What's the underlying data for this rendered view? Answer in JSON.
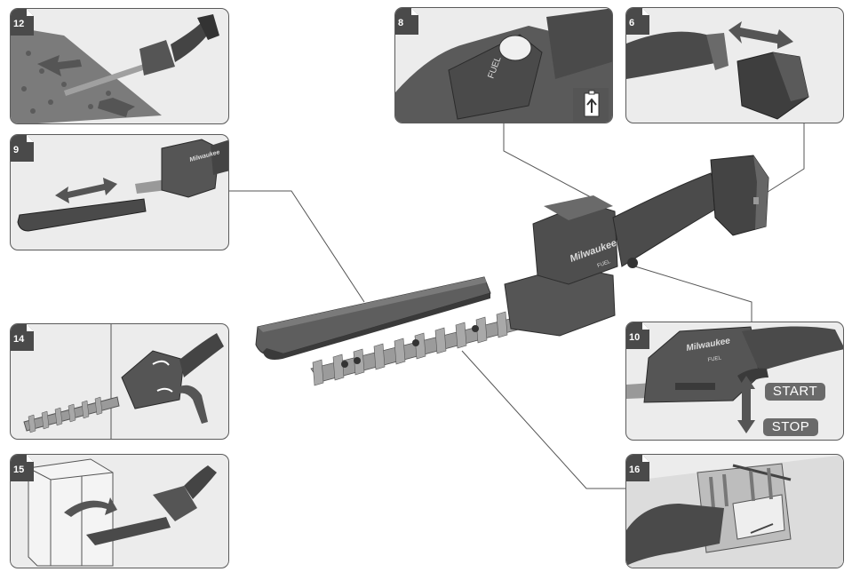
{
  "panels": [
    {
      "id": "12",
      "label": "12"
    },
    {
      "id": "8",
      "label": "8"
    },
    {
      "id": "6",
      "label": "6"
    },
    {
      "id": "9",
      "label": "9"
    },
    {
      "id": "14",
      "label": "14"
    },
    {
      "id": "10",
      "label": "10"
    },
    {
      "id": "15",
      "label": "15"
    },
    {
      "id": "16",
      "label": "16"
    }
  ],
  "switch_labels": {
    "start": "START",
    "stop": "STOP"
  },
  "brand": {
    "logo_text": "Milwaukee",
    "series_text": "FUEL"
  },
  "colors": {
    "panel_bg": "#ececec",
    "tool_body": "#5c5c5c",
    "tool_dark": "#3e3e3e",
    "badge": "#4a4a4a"
  }
}
